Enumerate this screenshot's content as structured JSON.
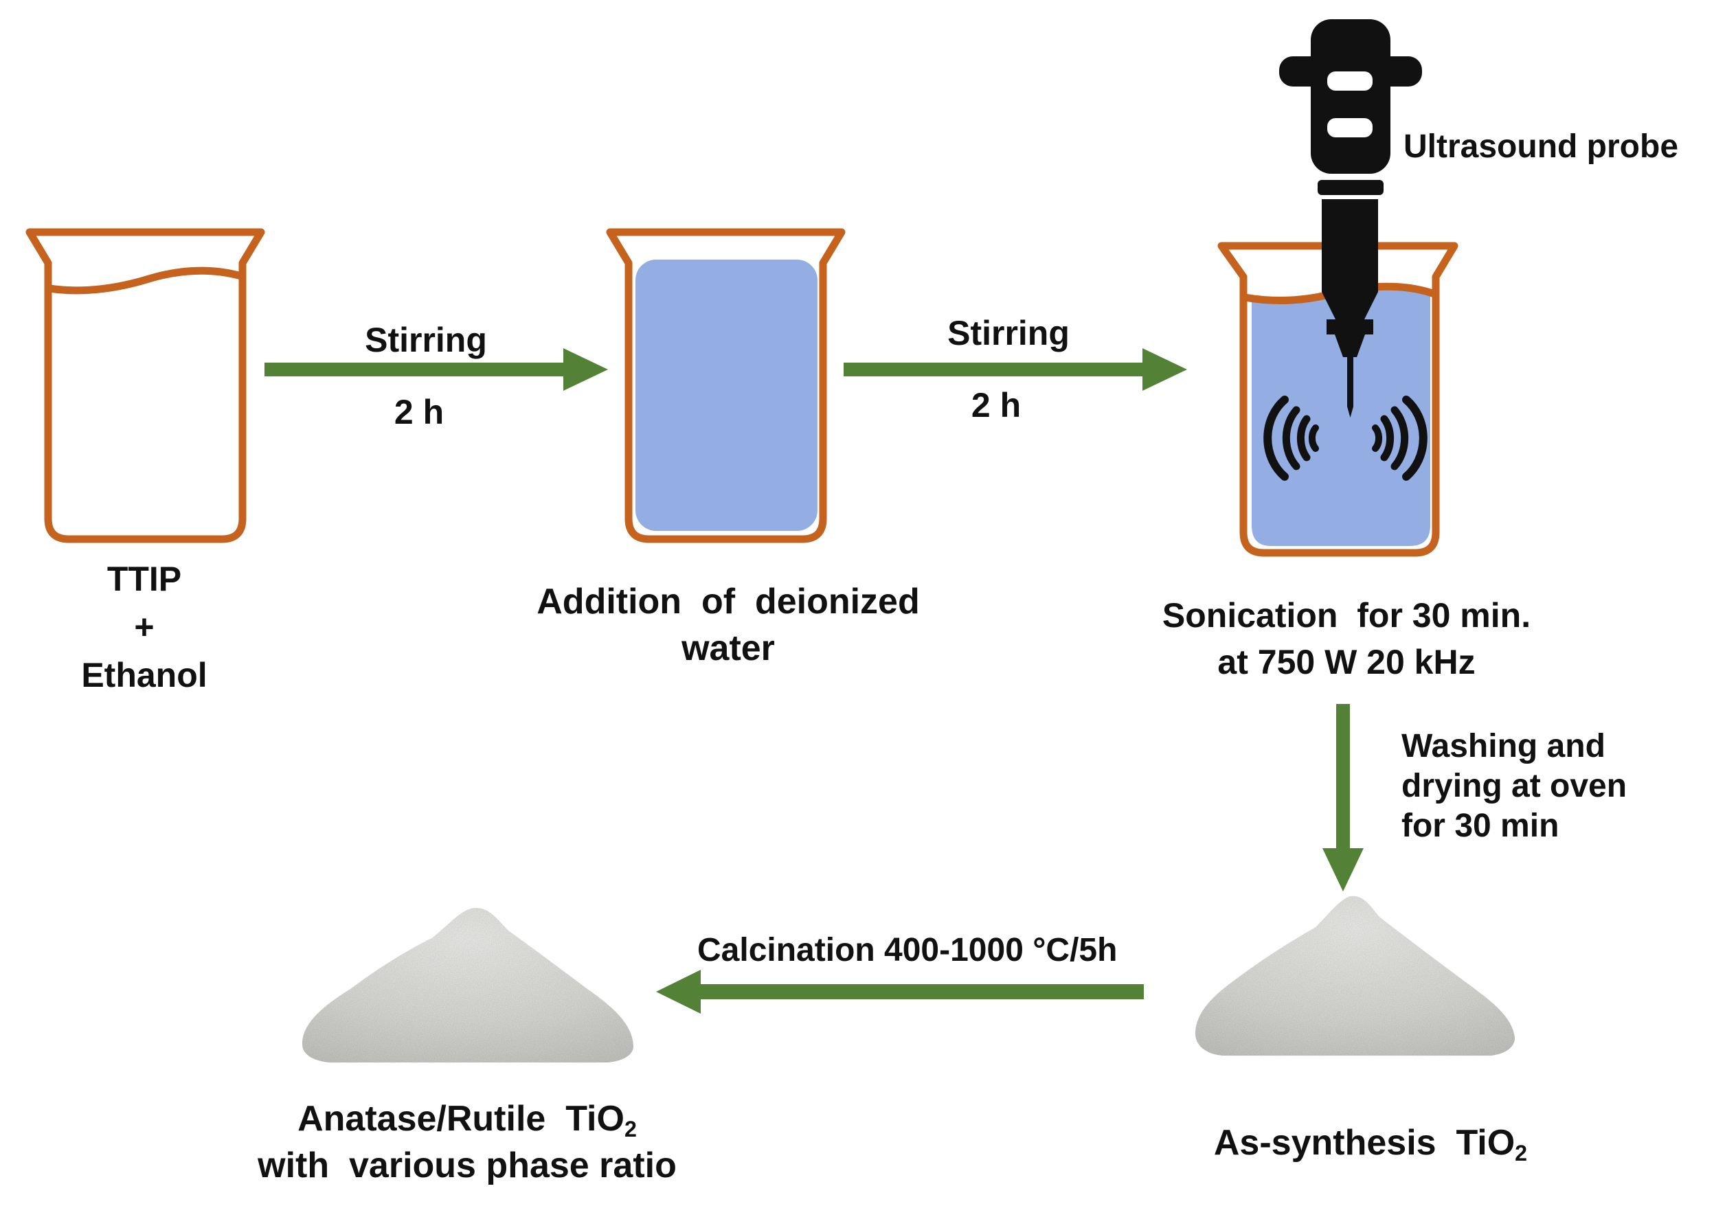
{
  "colors": {
    "beaker_outline": "#C5631E",
    "liquid": "#94AEE3",
    "arrow": "#538135",
    "probe": "#111111",
    "powder": "#E2E2E0",
    "text": "#111111"
  },
  "icons": [
    "beaker-icon",
    "ultrasound-probe-icon",
    "sound-wave-icon",
    "powder-pile-icon",
    "arrow-right-icon",
    "arrow-down-icon",
    "arrow-left-icon"
  ],
  "steps": {
    "step1": {
      "line1": "TTIP",
      "line2": "+",
      "line3": "Ethanol"
    },
    "step2": {
      "line1": "Addition  of  deionized",
      "line2": "water"
    },
    "step3": {
      "line1": "Sonication  for 30 min.",
      "line2": "at 750 W 20 kHz"
    },
    "step4": {
      "text": "As-synthesis  TiO",
      "sub": "2"
    },
    "step5": {
      "line1_text": "Anatase/Rutile  TiO",
      "line1_sub": "2",
      "line2": "with  various phase ratio"
    }
  },
  "probe_label": "Ultrasound probe",
  "arrows": {
    "a1": {
      "top": "Stirring",
      "bottom": "2 h"
    },
    "a2": {
      "top": "Stirring",
      "bottom": "2 h"
    },
    "a3": {
      "line1": "Washing and",
      "line2": "drying at oven",
      "line3": "for 30 min"
    },
    "a4": {
      "label": "Calcination 400-1000 °C/5h"
    }
  }
}
